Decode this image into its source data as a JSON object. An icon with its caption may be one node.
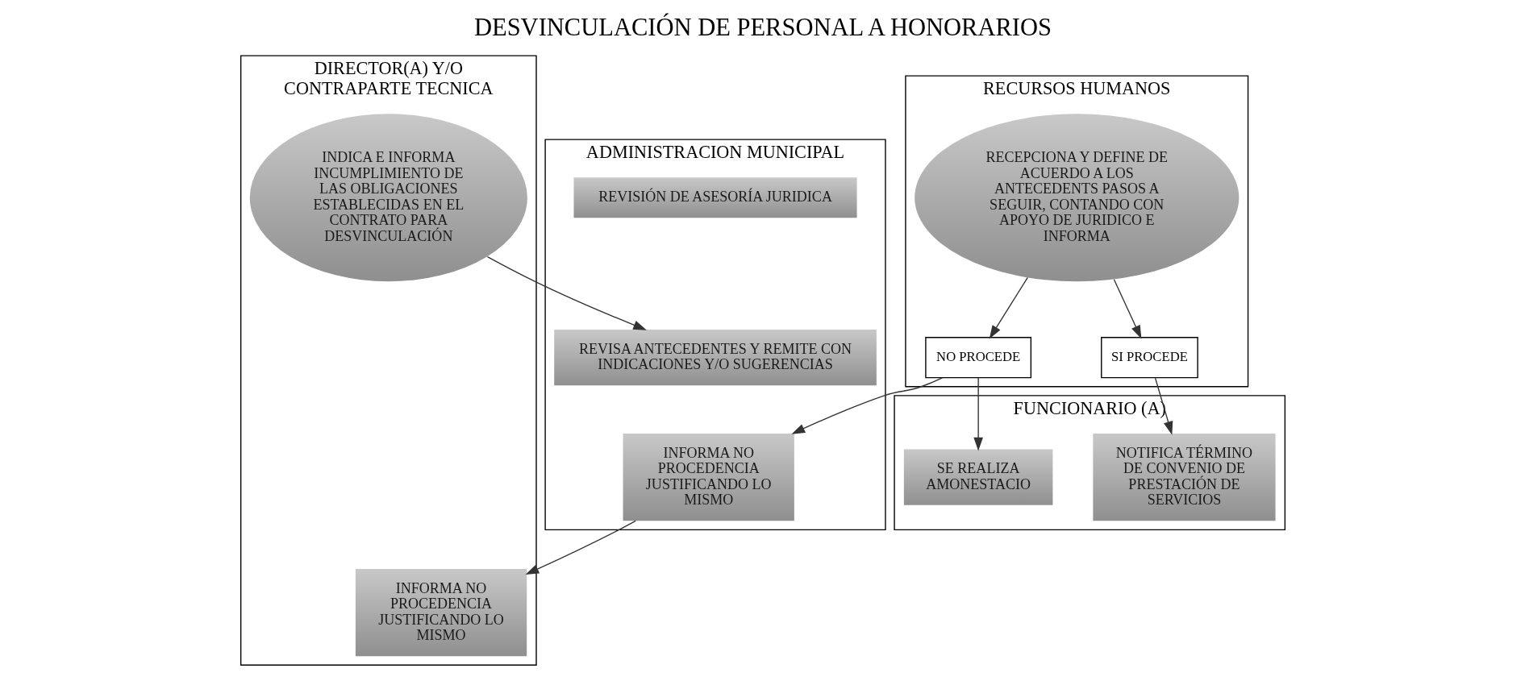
{
  "diagram": {
    "title": "DESVINCULACIÓN DE PERSONAL A HONORARIOS",
    "nodes": [
      {
        "text": [
          "DIRECTOR(A) Y/O CONTRAPARTE TECNICA"
        ]
      },
      {
        "text": [
          "FUNCIONARIO (A)"
        ]
      },
      {
        "text": [
          "ADMINISTRACION MUNICIPAL"
        ]
      },
      {
        "text": [
          "RECURSOS HUMANOS"
        ]
      },
      {
        "text": [
          "INDICA E INFORMA INCUMPLIMIENTO DE LAS OBLIGACIONES ESTABLECIDAS EN EL CONTRATO PARA DESVINCULACIÓN"
        ],
        "in": 0
      },
      {
        "text": [
          "REVISA ANTECEDENTES Y REMITE CON INDICACIONES Y/O SUGERENCIAS"
        ],
        "in": 2
      },
      {
        "text": [
          "RECEPCIONA Y DEFINE DE ACUERDO A LOS ANTECEDENTS PASOS A SEGUIR, CONTANDO CON APOYO DE JURIDICO E INFORMA"
        ],
        "in": 3
      },
      {
        "text": [
          "NOTIFICA TÉRMINO DE CONVENIO DE PRESTACIÓN DE SERVICIOS"
        ],
        "in": 1
      },
      {
        "text": [
          "REVISIÓN DE ASESORÍA JURIDICA"
        ],
        "in": 2
      },
      {
        "text": [
          "SI PROCEDE"
        ],
        "in": 3
      },
      {
        "text": [
          "NO PROCEDE"
        ],
        "in": 3
      },
      {
        "text": [
          "INFORMA NO PROCEDENCIA JUSTIFICANDO LO MISMO"
        ],
        "in": 0
      },
      {
        "text": [
          "SE REALIZA AMONESTACIO"
        ],
        "in": 1
      },
      {
        "text": [
          "INFORMA NO PROCEDENCIA JUSTIFICANDO LO MISMO"
        ],
        "in": 2
      }
    ],
    "edges": [
      {
        "from": 4,
        "to": 5,
        "arrow": "to"
      },
      {
        "from": 6,
        "to": 9,
        "arrow": "to"
      },
      {
        "from": 6,
        "to": 10,
        "arrow": "to"
      },
      {
        "from": 9,
        "to": 7,
        "arrow": "to"
      },
      {
        "from": 10,
        "to": 12,
        "arrow": "to"
      },
      {
        "from": 10,
        "to": 13,
        "arrow": "to"
      },
      {
        "from": 13,
        "to": 11,
        "arrow": "to"
      }
    ]
  }
}
